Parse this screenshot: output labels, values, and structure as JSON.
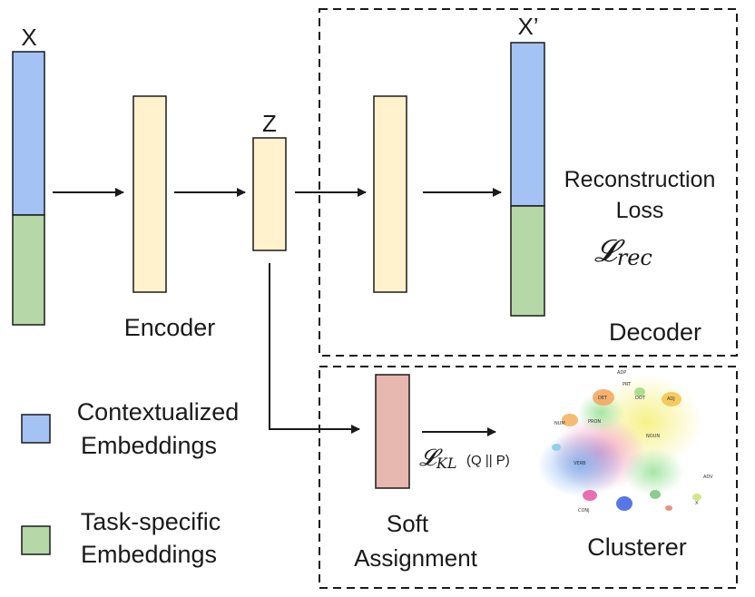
{
  "labels": {
    "input": "X",
    "latent": "Z",
    "output": "X’",
    "encoder": "Encoder",
    "decoder": "Decoder",
    "recon_line1": "Reconstruction",
    "recon_line2": "Loss",
    "loss_rec_symbol": "𝓛",
    "loss_rec_sub": "rec",
    "loss_kl_symbol": "𝓛",
    "loss_kl_sub": "KL",
    "loss_kl_args": "(Q || P)",
    "soft_line1": "Soft",
    "soft_line2": "Assignment",
    "clusterer": "Clusterer"
  },
  "legend": [
    {
      "line1": "Contextualized",
      "line2": "Embeddings",
      "color": "#a4c2f4"
    },
    {
      "line1": "Task-specific",
      "line2": "Embeddings",
      "color": "#b6d7a8"
    }
  ],
  "cluster_tags": [
    "ADP",
    "PRT",
    "DET",
    "ADJ",
    "VERB",
    "NOUN",
    "NUM",
    "PRON",
    "DOT",
    "CONJ",
    "ADV",
    "X"
  ],
  "colors": {
    "contextual": "#a4c2f4",
    "task_specific": "#b6d7a8",
    "layer": "#fff2cc",
    "soft_assignment": "#e6b8af",
    "stroke": "#1a1a1a"
  }
}
